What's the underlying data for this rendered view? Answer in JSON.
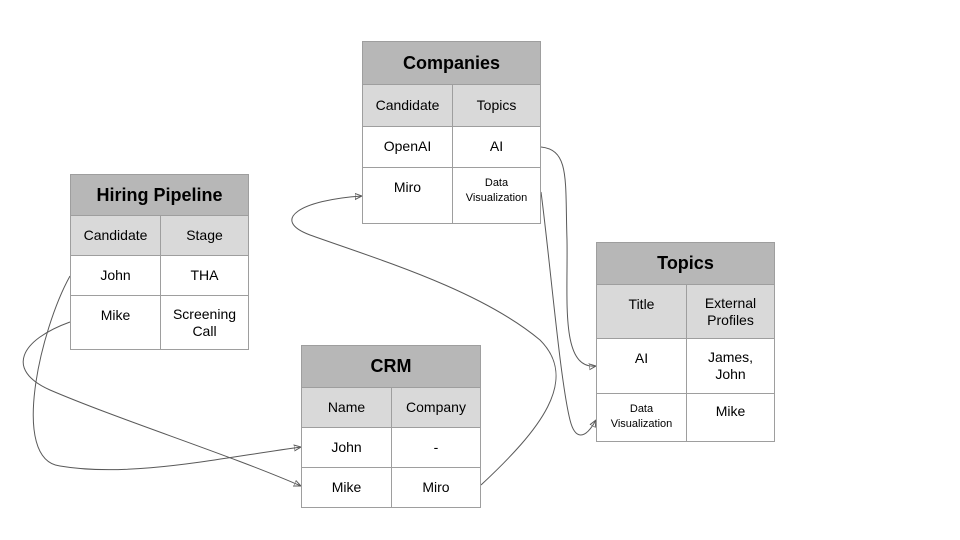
{
  "tables": {
    "companies": {
      "title": "Companies",
      "columns": [
        "Candidate",
        "Topics"
      ],
      "rows": [
        [
          "OpenAI",
          "AI"
        ],
        [
          "Miro",
          "Data Visualization"
        ]
      ]
    },
    "hiring_pipeline": {
      "title": "Hiring Pipeline",
      "columns": [
        "Candidate",
        "Stage"
      ],
      "rows": [
        [
          "John",
          "THA"
        ],
        [
          "Mike",
          "Screening Call"
        ]
      ]
    },
    "topics": {
      "title": "Topics",
      "columns": [
        "Title",
        "External Profiles"
      ],
      "rows": [
        [
          "AI",
          "James, John"
        ],
        [
          "Data Visualization",
          "Mike"
        ]
      ]
    },
    "crm": {
      "title": "CRM",
      "columns": [
        "Name",
        "Company"
      ],
      "rows": [
        [
          "John",
          "-"
        ],
        [
          "Mike",
          "Miro"
        ]
      ]
    }
  },
  "links": [
    {
      "from": "hiring_pipeline.John",
      "to": "crm.John"
    },
    {
      "from": "hiring_pipeline.Mike",
      "to": "crm.Mike"
    },
    {
      "from": "crm.Mike.Miro",
      "to": "companies.Miro"
    },
    {
      "from": "companies.OpenAI.AI",
      "to": "topics.AI"
    },
    {
      "from": "companies.Miro.Data Visualization",
      "to": "topics.Data Visualization"
    }
  ],
  "colors": {
    "title_bg": "#b7b7b7",
    "header_bg": "#d9d9d9",
    "border": "#9e9e9e",
    "connector": "#595959"
  }
}
